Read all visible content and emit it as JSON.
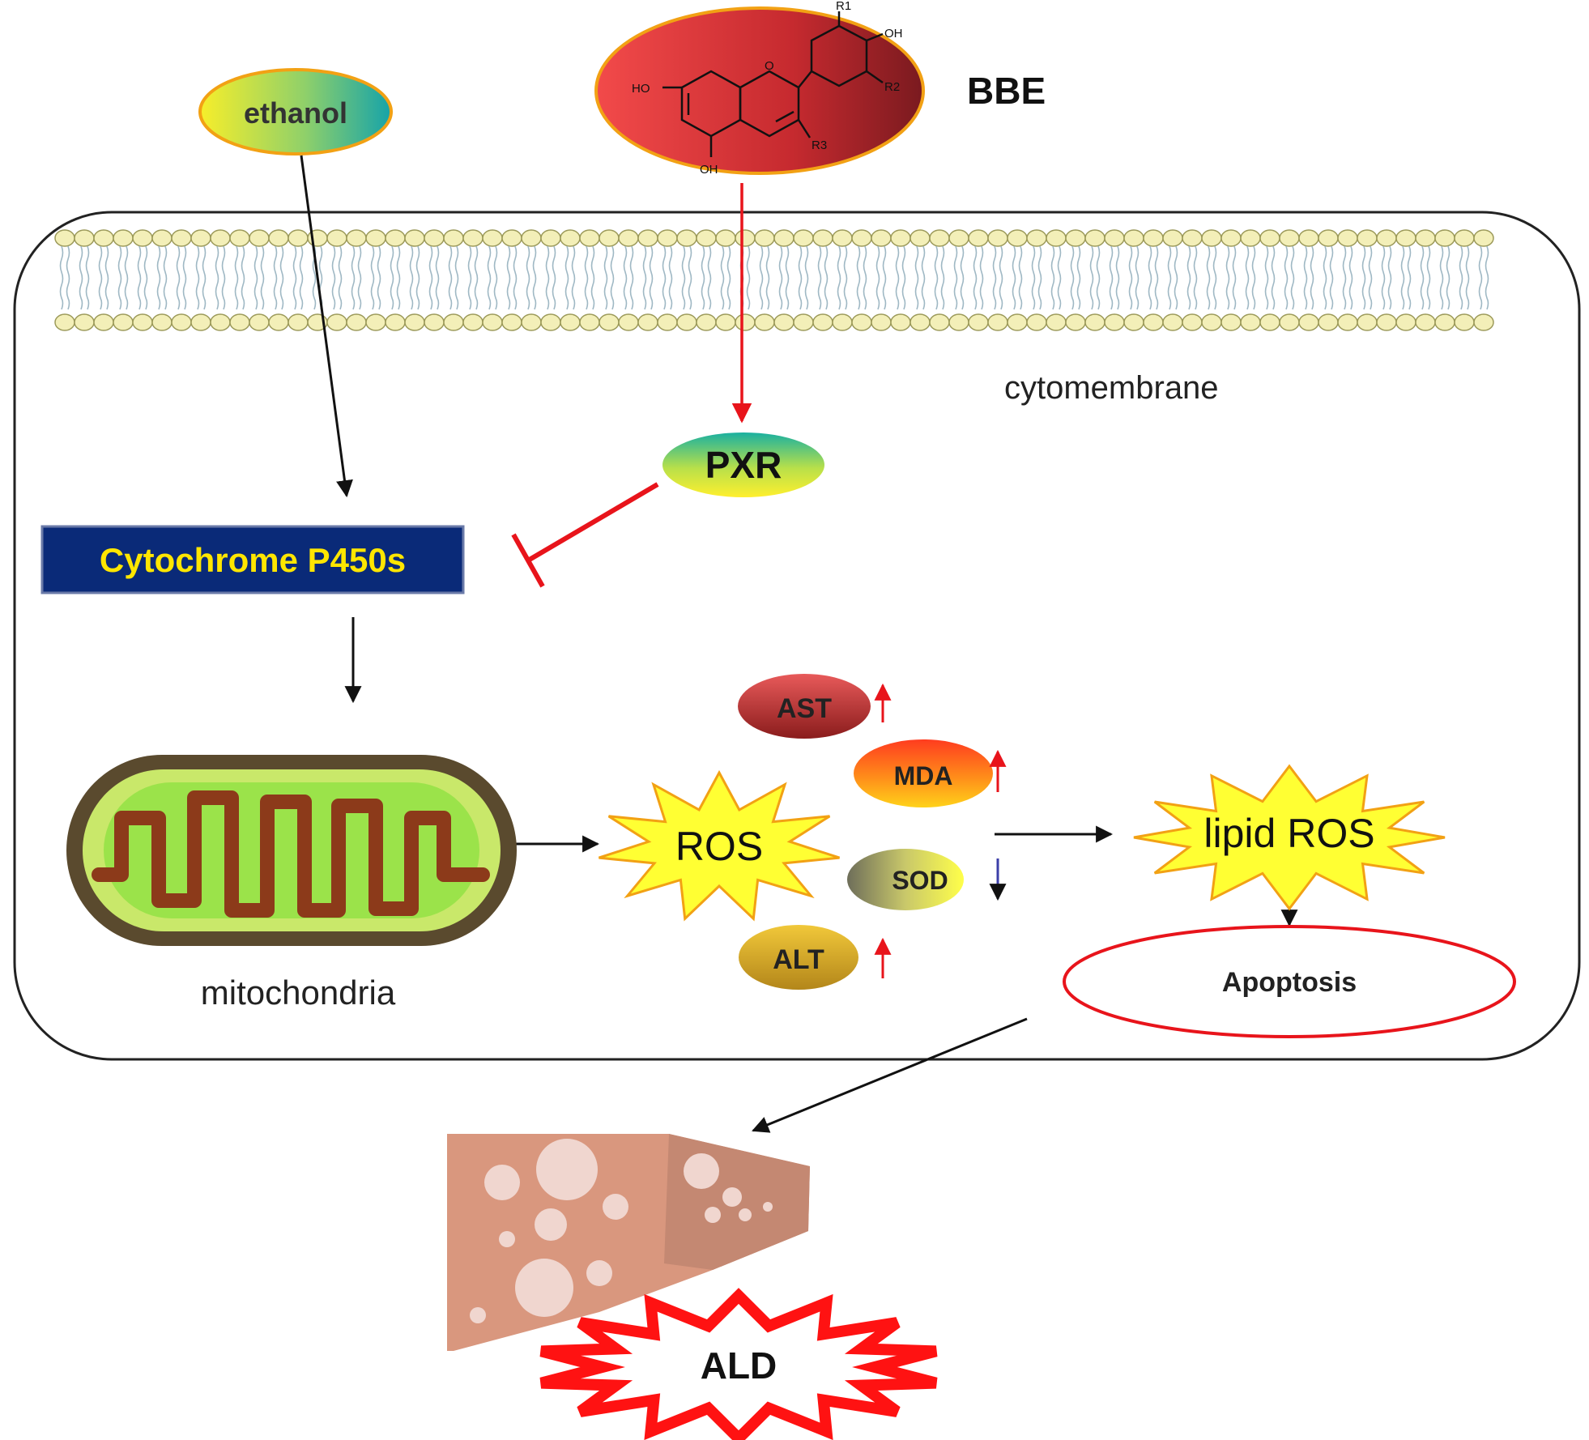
{
  "nodes": {
    "ethanol": "ethanol",
    "bbe": "BBE",
    "pxr": "PXR",
    "cyp": "Cytochrome P450s",
    "cytomembrane": "cytomembrane",
    "mitochondria": "mitochondria",
    "ros": "ROS",
    "lipid_ros": "lipid ROS",
    "apoptosis": "Apoptosis",
    "ald": "ALD"
  },
  "markers": [
    {
      "key": "ast",
      "label": "AST",
      "change": "up"
    },
    {
      "key": "mda",
      "label": "MDA",
      "change": "up"
    },
    {
      "key": "sod",
      "label": "SOD",
      "change": "down"
    },
    {
      "key": "alt",
      "label": "ALT",
      "change": "up"
    }
  ],
  "molecule": {
    "groups": {
      "ho": "HO",
      "oh_top": "OH",
      "oh_bottom": "OH",
      "o": "O",
      "r1": "R1",
      "r2": "R2",
      "r3": "R3"
    }
  },
  "colors": {
    "inhibit": "#e8141b",
    "activate": "#e8141b",
    "flow": "#111111",
    "down_arrow": "#3c3fa8",
    "up_arrow": "#e8141b",
    "cyp_box": "#0a2a78",
    "cyp_text": "#ffe600",
    "burst": "#ffff33"
  },
  "edges": [
    {
      "from": "ethanol",
      "to": "cyp",
      "type": "activation"
    },
    {
      "from": "bbe",
      "to": "pxr",
      "type": "activation"
    },
    {
      "from": "pxr",
      "to": "cyp",
      "type": "inhibition"
    },
    {
      "from": "cyp",
      "to": "mitochondria",
      "type": "activation"
    },
    {
      "from": "mitochondria",
      "to": "ros",
      "type": "activation"
    },
    {
      "from": "ros",
      "to": "lipid_ros",
      "type": "activation"
    },
    {
      "from": "lipid_ros",
      "to": "apoptosis",
      "type": "activation"
    },
    {
      "from": "apoptosis",
      "to": "ald",
      "type": "activation"
    }
  ]
}
